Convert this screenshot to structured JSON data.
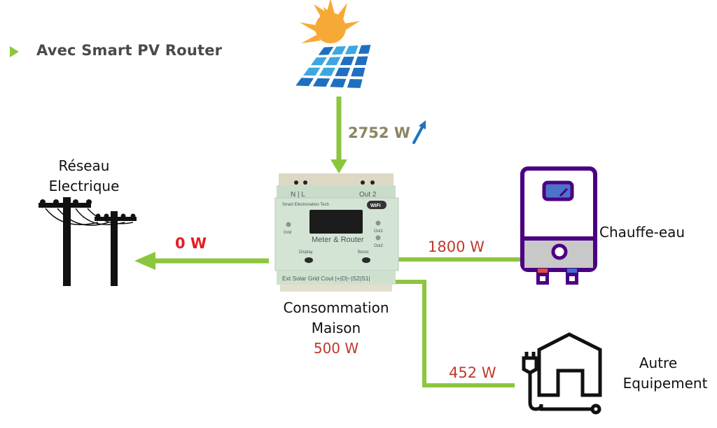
{
  "header": {
    "bullet_icon": "triangle-right-icon",
    "title": "Avec Smart PV Router"
  },
  "colors": {
    "flow_line": "#8cc63f",
    "power_value": "#c0392b",
    "export_value": "#e31e24",
    "solar_value": "#8a8563",
    "trend_arrow": "#1e73be",
    "water_heater_outline": "#4b0082"
  },
  "solar": {
    "icon": "solar-panel-sun-icon",
    "power": "2752 W",
    "trend_icon": "arrow-up-right-icon"
  },
  "grid": {
    "icon": "power-pylons-icon",
    "label_line1": "Réseau",
    "label_line2": "Electrique",
    "power": "0 W"
  },
  "router": {
    "icon": "meter-router-device",
    "top_left": "N | L",
    "top_right": "Out 2",
    "brand": "Smart Electronation Tech",
    "wifi": "WiFi",
    "name": "Meter & Router",
    "led_grid": "Grid",
    "led_out1": "Out1",
    "led_out2": "Out2",
    "button_display": "Display",
    "button_boost": "Boost",
    "terminals": "Ext Solar Grid Cout |+|D|−|S2|S1|"
  },
  "house": {
    "label_line1": "Consommation",
    "label_line2": "Maison",
    "power": "500 W"
  },
  "water_heater": {
    "icon": "water-heater-icon",
    "label": "Chauffe-eau",
    "power": "1800 W"
  },
  "other": {
    "icon": "house-plug-icon",
    "label_line1": "Autre",
    "label_line2": "Equipement",
    "power": "452 W"
  }
}
